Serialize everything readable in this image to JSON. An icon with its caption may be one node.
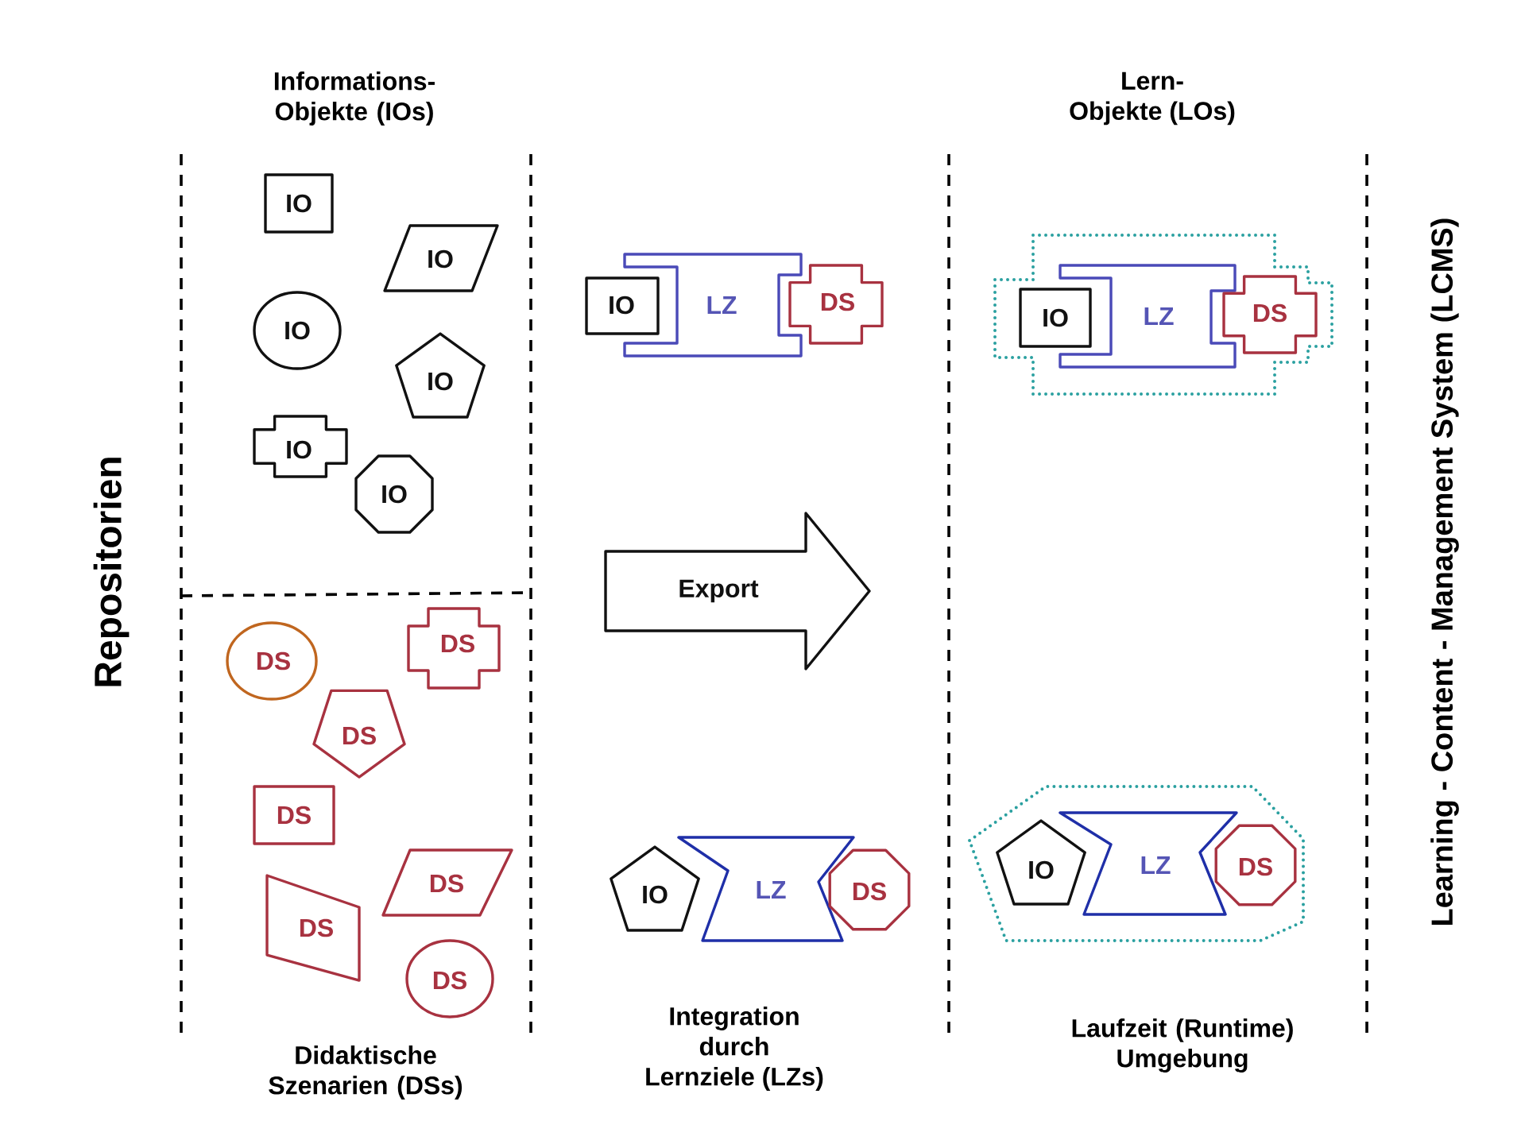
{
  "diagram": {
    "nodes": [
      {
        "text": [
          "IO"
        ]
      },
      {
        "text": [
          "IO"
        ]
      },
      {
        "text": [
          "IO"
        ]
      },
      {
        "text": [
          "IO"
        ]
      },
      {
        "text": [
          "IO"
        ]
      },
      {
        "text": [
          "IO"
        ]
      },
      {
        "text": [
          "DS"
        ]
      },
      {
        "text": [
          "DS"
        ]
      },
      {
        "text": [
          "DS"
        ]
      },
      {
        "text": [
          "DS"
        ]
      },
      {
        "text": [
          "DS"
        ]
      },
      {
        "text": [
          "DS"
        ]
      },
      {
        "text": [
          "DS"
        ]
      },
      {
        "text": [
          "IO"
        ]
      },
      {
        "text": [
          "LZ"
        ]
      },
      {
        "text": [
          "DS"
        ]
      },
      {
        "text": [
          "Export"
        ]
      },
      {
        "text": [
          "IO"
        ]
      },
      {
        "text": [
          "LZ"
        ]
      },
      {
        "text": [
          "DS"
        ]
      },
      {
        "text": [],
        "shape": "box"
      },
      {
        "text": [
          "IO"
        ],
        "in": 20
      },
      {
        "text": [
          "LZ"
        ],
        "in": 20
      },
      {
        "text": [
          "DS"
        ],
        "in": 20
      },
      {
        "text": [],
        "shape": "hexagon"
      },
      {
        "text": [
          "IO"
        ],
        "in": 24
      },
      {
        "text": [
          "LZ"
        ],
        "in": 24
      },
      {
        "text": [
          "DS"
        ],
        "in": 24
      }
    ],
    "labels": [
      "Informations- Objekte (IOs)",
      "Lern- Objekte (LOs)",
      "Learning - Content - Management System (LCMS)",
      "Repositorien",
      "Integration durch Lernziele (LZs)",
      "Laufzeit (Runtime) Umgebung",
      "Didaktische Szenarien (DSs)"
    ]
  }
}
